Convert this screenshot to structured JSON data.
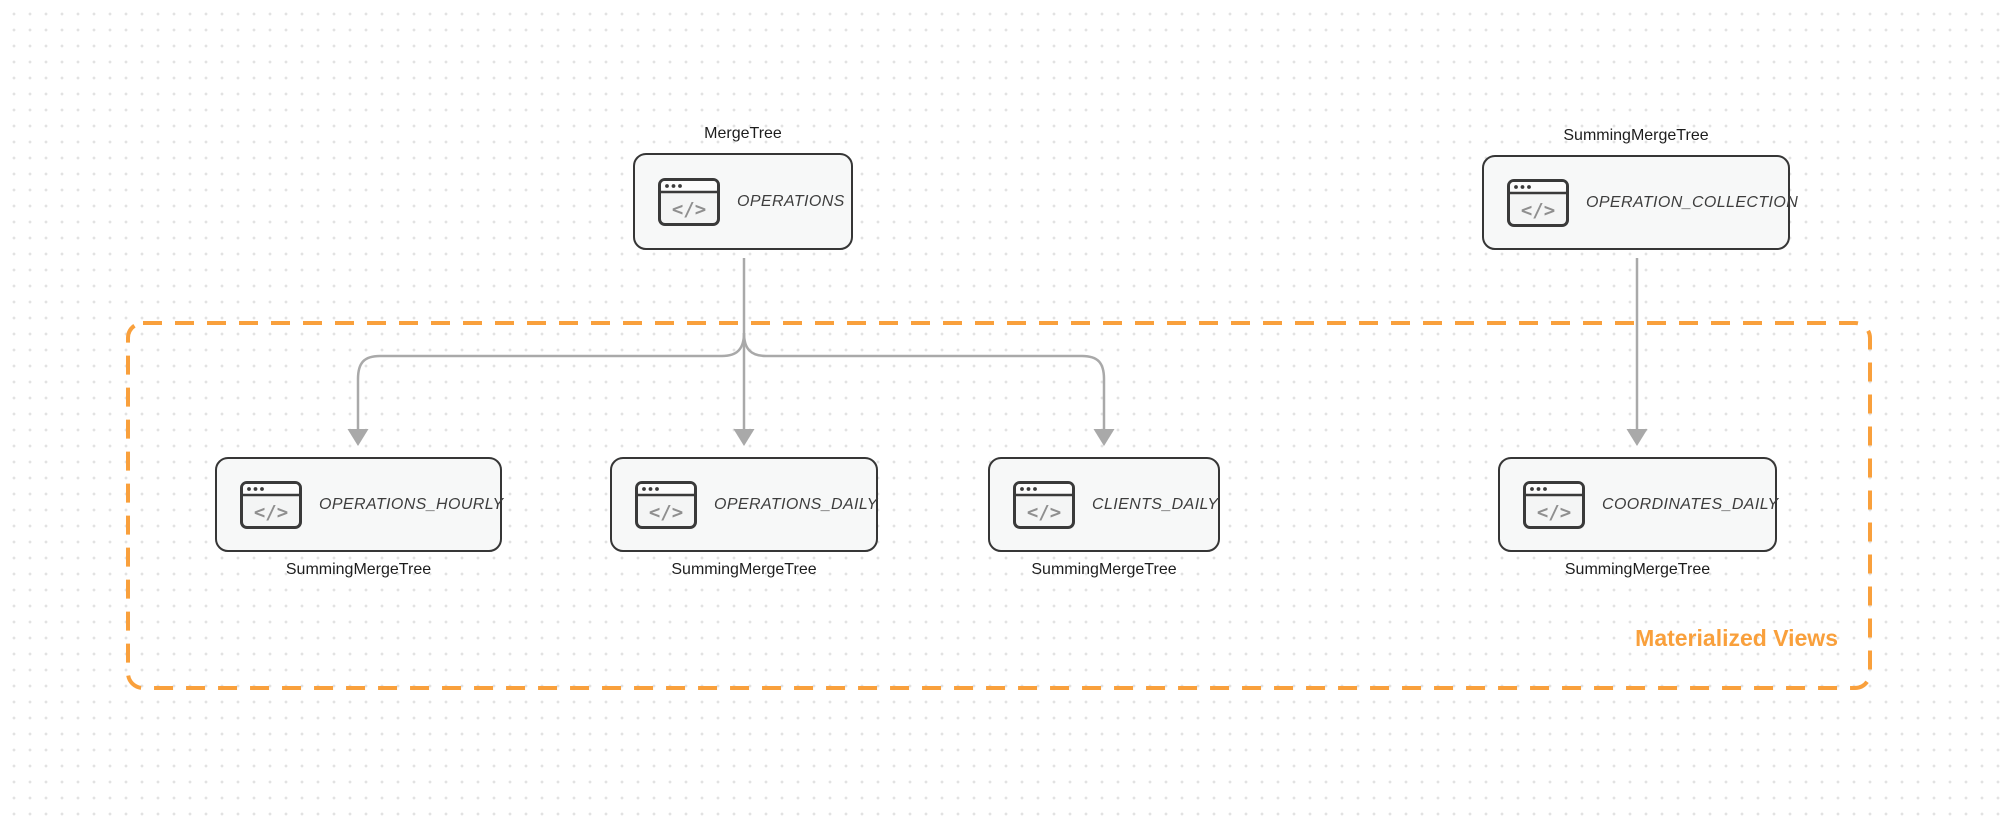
{
  "diagram": {
    "source_nodes": [
      {
        "label": "OPERATIONS",
        "engine": "MergeTree"
      },
      {
        "label": "OPERATION_COLLECTION",
        "engine": "SummingMergeTree"
      }
    ],
    "materialized_view_nodes": [
      {
        "label": "OPERATIONS_HOURLY",
        "engine": "SummingMergeTree"
      },
      {
        "label": "OPERATIONS_DAILY",
        "engine": "SummingMergeTree"
      },
      {
        "label": "CLIENTS_DAILY",
        "engine": "SummingMergeTree"
      },
      {
        "label": "COORDINATES_DAILY",
        "engine": "SummingMergeTree"
      }
    ],
    "group": {
      "label": "Materialized Views"
    },
    "edges": [
      {
        "from": "OPERATIONS",
        "to": "OPERATIONS_HOURLY"
      },
      {
        "from": "OPERATIONS",
        "to": "OPERATIONS_DAILY"
      },
      {
        "from": "OPERATIONS",
        "to": "CLIENTS_DAILY"
      },
      {
        "from": "OPERATION_COLLECTION",
        "to": "COORDINATES_DAILY"
      }
    ],
    "icons": {
      "name": "code-window-icon",
      "glyph": "</>"
    },
    "colors": {
      "accent_orange": "#F9A03C",
      "edge_gray": "#A9A9A9",
      "node_border": "#363636",
      "node_fill": "#F7F8F8",
      "canvas_dot": "#E2E2E2"
    }
  }
}
